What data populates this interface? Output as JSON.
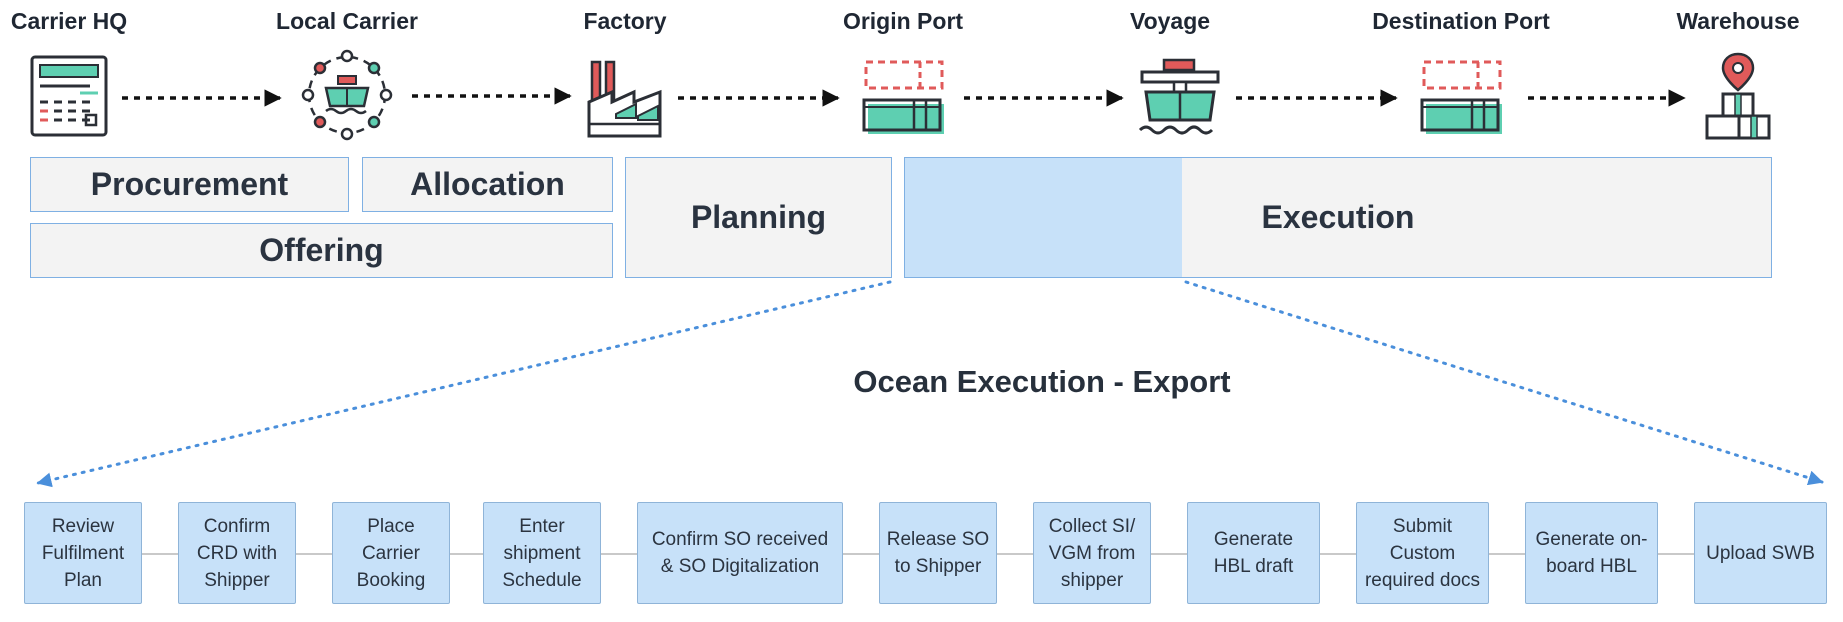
{
  "stages": [
    {
      "label": "Carrier HQ",
      "icon": "ledger-icon"
    },
    {
      "label": "Local Carrier",
      "icon": "ship-network-icon"
    },
    {
      "label": "Factory",
      "icon": "factory-icon"
    },
    {
      "label": "Origin Port",
      "icon": "container-icon"
    },
    {
      "label": "Voyage",
      "icon": "ship-icon"
    },
    {
      "label": "Destination Port",
      "icon": "container-icon"
    },
    {
      "label": "Warehouse",
      "icon": "warehouse-pin-icon"
    }
  ],
  "phases": {
    "procurement": "Procurement",
    "allocation": "Allocation",
    "offering": "Offering",
    "planning": "Planning",
    "execution": "Execution"
  },
  "detail_title": "Ocean Execution - Export",
  "steps": [
    "Review\nFulfilment\nPlan",
    "Confirm\nCRD with\nShipper",
    "Place\nCarrier\nBooking",
    "Enter\nshipment\nSchedule",
    "Confirm SO received\n& SO Digitalization",
    "Release SO\nto Shipper",
    "Collect SI/\nVGM from\nshipper",
    "Generate\nHBL draft",
    "Submit\nCustom\nrequired docs",
    "Generate on-\nboard HBL",
    "Upload SWB"
  ],
  "colors": {
    "accent_teal": "#5ecfb1",
    "accent_red": "#e05a5a",
    "highlight_blue": "#c7e1f9",
    "line_blue": "#4a8fdb",
    "dark": "#2b2f36"
  }
}
